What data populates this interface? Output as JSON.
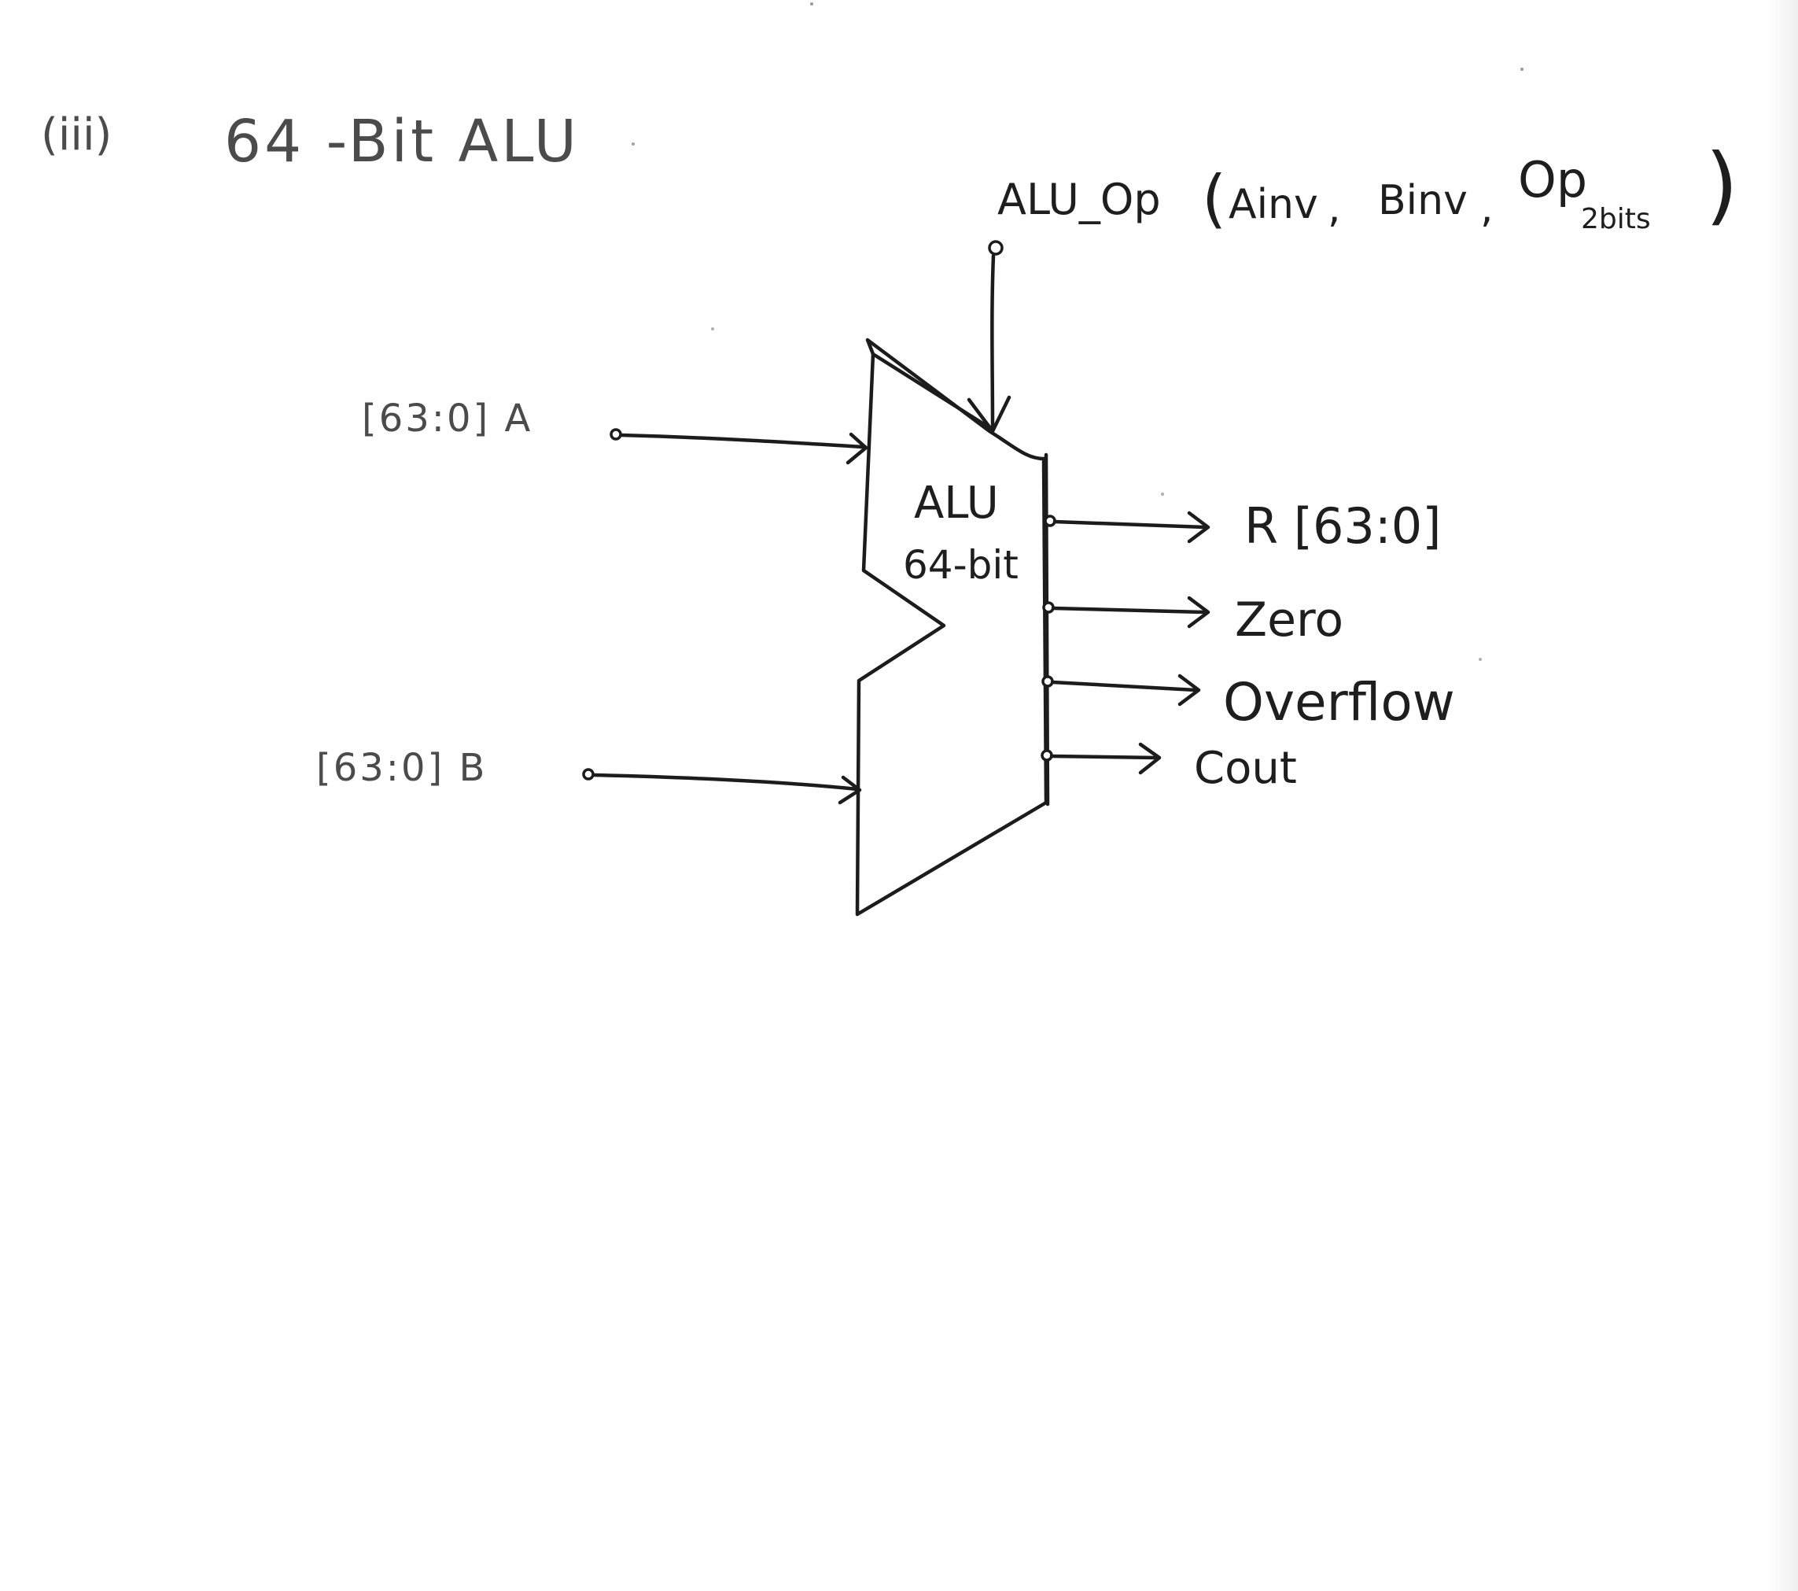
{
  "heading": {
    "number": "(iii)",
    "title": "64 -Bit ALU"
  },
  "control": {
    "name": "ALU_Op",
    "paren_open": "(",
    "args": [
      "Ainv",
      "Binv",
      "Op"
    ],
    "separator": ",",
    "subscript": "2bits",
    "paren_close": ")"
  },
  "block": {
    "line1": "ALU",
    "line2": "64-bit"
  },
  "inputs": {
    "a": "[63:0] A",
    "b": "[63:0] B"
  },
  "outputs": {
    "result": "R [63:0]",
    "zero": "Zero",
    "overflow": "Overflow",
    "cout": "Cout"
  }
}
